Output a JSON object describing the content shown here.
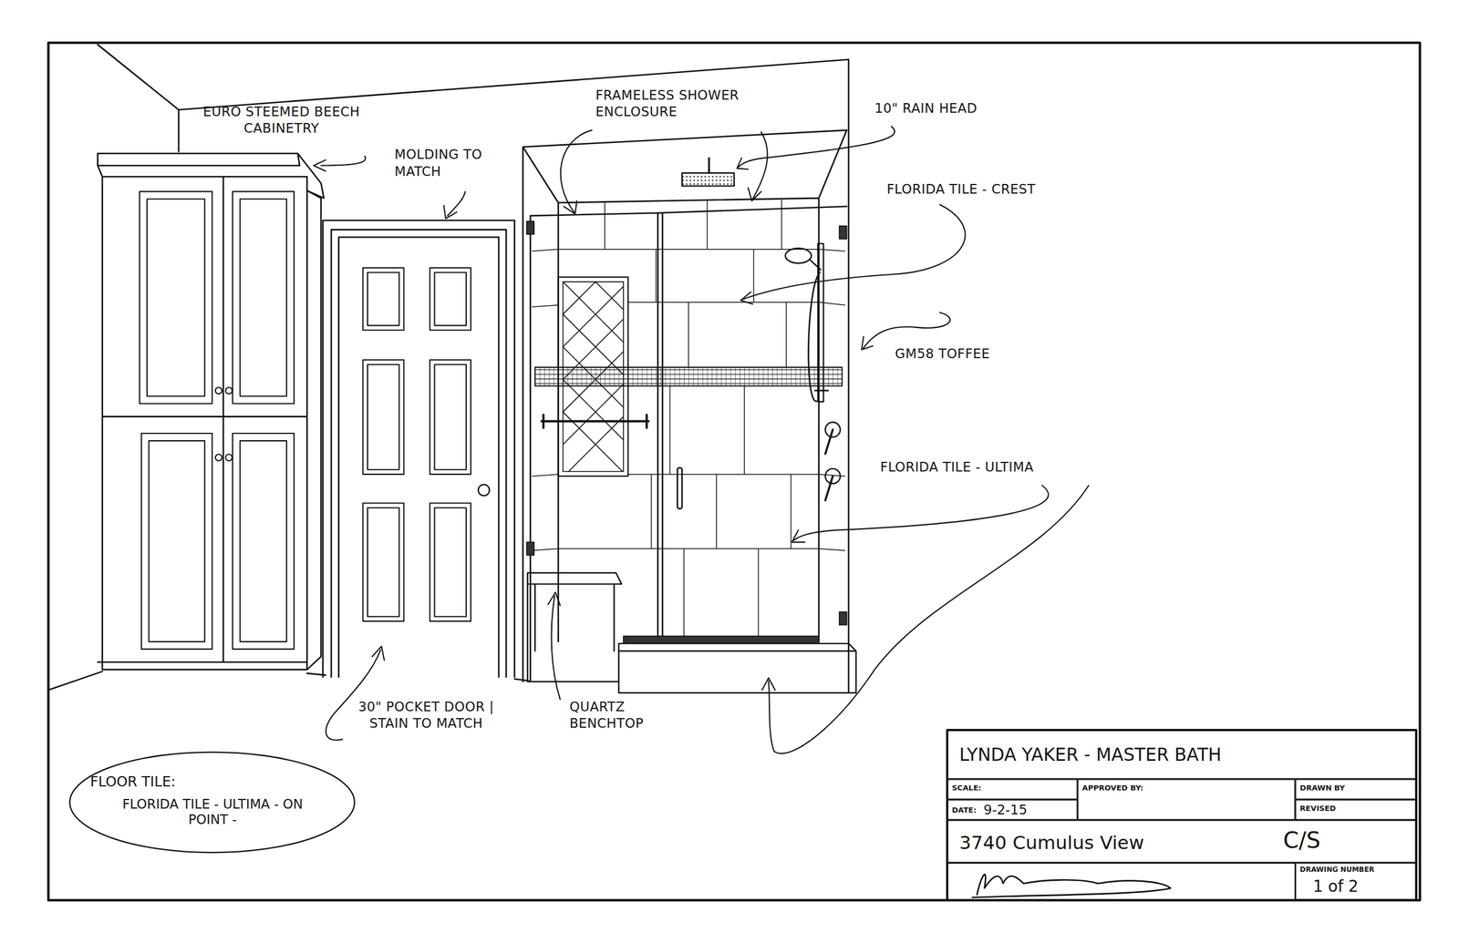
{
  "diagram": {
    "nodes": [
      {
        "text": [
          "FLOOR TILE:",
          "FLORIDA TILE - ULTIMA - ON POINT -"
        ]
      },
      {
        "text": [
          "LYNDA YAKER - MASTER BATH"
        ]
      },
      {
        "text": [
          "SCALE:"
        ]
      },
      {
        "text": [
          "APPROVED BY:"
        ]
      },
      {
        "text": [
          "DRAWN BY"
        ]
      },
      {
        "text": [
          "DATE:",
          "9-2-15"
        ]
      },
      {
        "text": [
          "REVISED"
        ]
      },
      {
        "text": [
          "3740 Cumulus View",
          "C/S"
        ]
      },
      {
        "text": [
          "DRAWING NUMBER",
          "1 of 2"
        ]
      }
    ],
    "labels": [
      "EURO STEEMED BEECH CABINETRY",
      "MOLDING TO MATCH",
      "FRAMELESS SHOWER ENCLOSURE",
      "10\" RAIN HEAD",
      "FLORIDA TILE - CREST",
      "GM58 TOFFEE",
      "FLORIDA TILE - ULTIMA",
      "30\" POCKET DOOR | STAIN TO MATCH",
      "QUARTZ BENCHTOP"
    ]
  }
}
